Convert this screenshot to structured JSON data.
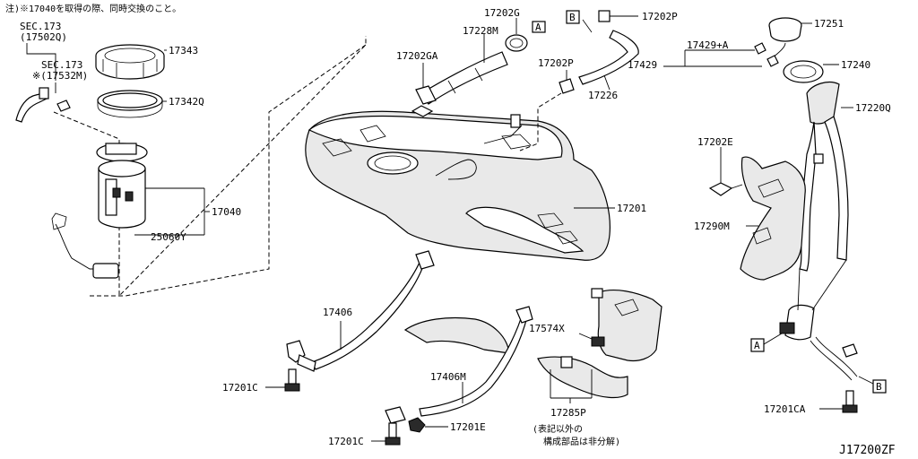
{
  "header_note": "注)※17040を取得の際、同時交換のこと。",
  "footer_note": {
    "line1": "(表記以外の",
    "line2": "構成部品は非分解)"
  },
  "diagram_code": "J17200ZF",
  "callouts": {
    "sec173_a": "SEC.173",
    "sec173_a_ref": "(17502Q)",
    "sec173_b": "SEC.173",
    "sec173_b_ref": "※(17532M)",
    "p17343": "17343",
    "p17342Q": "17342Q",
    "p17040": "17040",
    "p25060Y": "25060Y",
    "p17228M": "17228M",
    "p17202GA": "17202GA",
    "p17202G": "17202G",
    "p17202P_top": "17202P",
    "p17202P_mid": "17202P",
    "p17226": "17226",
    "p17429A": "17429+A",
    "p17429": "17429",
    "p17251": "17251",
    "p17240": "17240",
    "p17220Q": "17220Q",
    "p17201": "17201",
    "p17202E": "17202E",
    "p17290M": "17290M",
    "p17406": "17406",
    "p17201C_left": "17201C",
    "p17406M": "17406M",
    "p17201E": "17201E",
    "p17201C_bottom": "17201C",
    "p17574X": "17574X",
    "p17285P": "17285P",
    "p17201CA": "17201CA",
    "ref_A_top": "A",
    "ref_B_top": "B",
    "ref_A_bottom": "A",
    "ref_B_bottom": "B"
  }
}
